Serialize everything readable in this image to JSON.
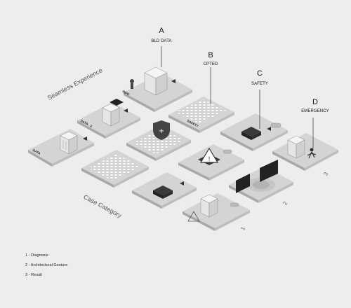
{
  "categories": [
    {
      "letter": "A",
      "label": "BLD DATA"
    },
    {
      "letter": "B",
      "label": "CPTED"
    },
    {
      "letter": "C",
      "label": "SAFETY"
    },
    {
      "letter": "D",
      "label": "EMERGENCY"
    }
  ],
  "axes": {
    "top": "Seamless Experience",
    "bottom": "Case Category"
  },
  "row_numbers": [
    "1",
    "2",
    "3"
  ],
  "tile_tags": {
    "data": "DATA",
    "data2": "DATA - 2",
    "info": "INFO",
    "safety": "SAFETY"
  },
  "legend": [
    "1 - Diagnosis",
    "2 - Architectural Gesture",
    "3 - Result"
  ]
}
